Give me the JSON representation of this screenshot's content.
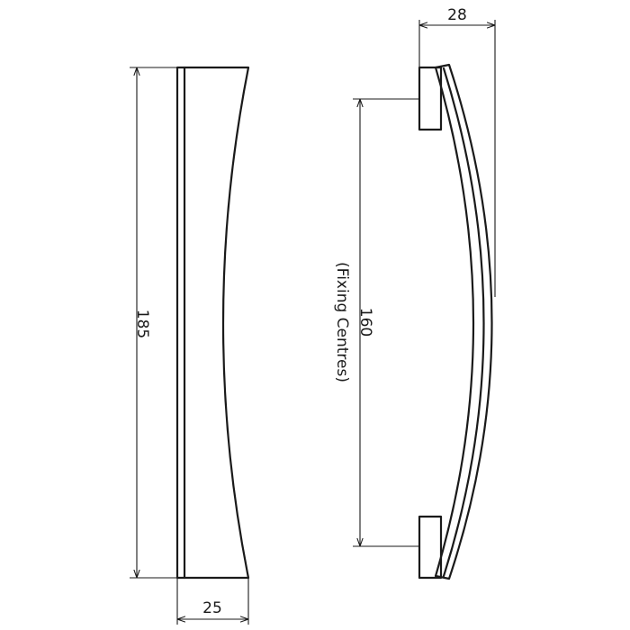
{
  "dimensions": {
    "overall_length": "185",
    "front_width": "25",
    "projection": "28",
    "fixing_centres_value": "160",
    "fixing_centres_label": "(Fixing Centres)"
  }
}
